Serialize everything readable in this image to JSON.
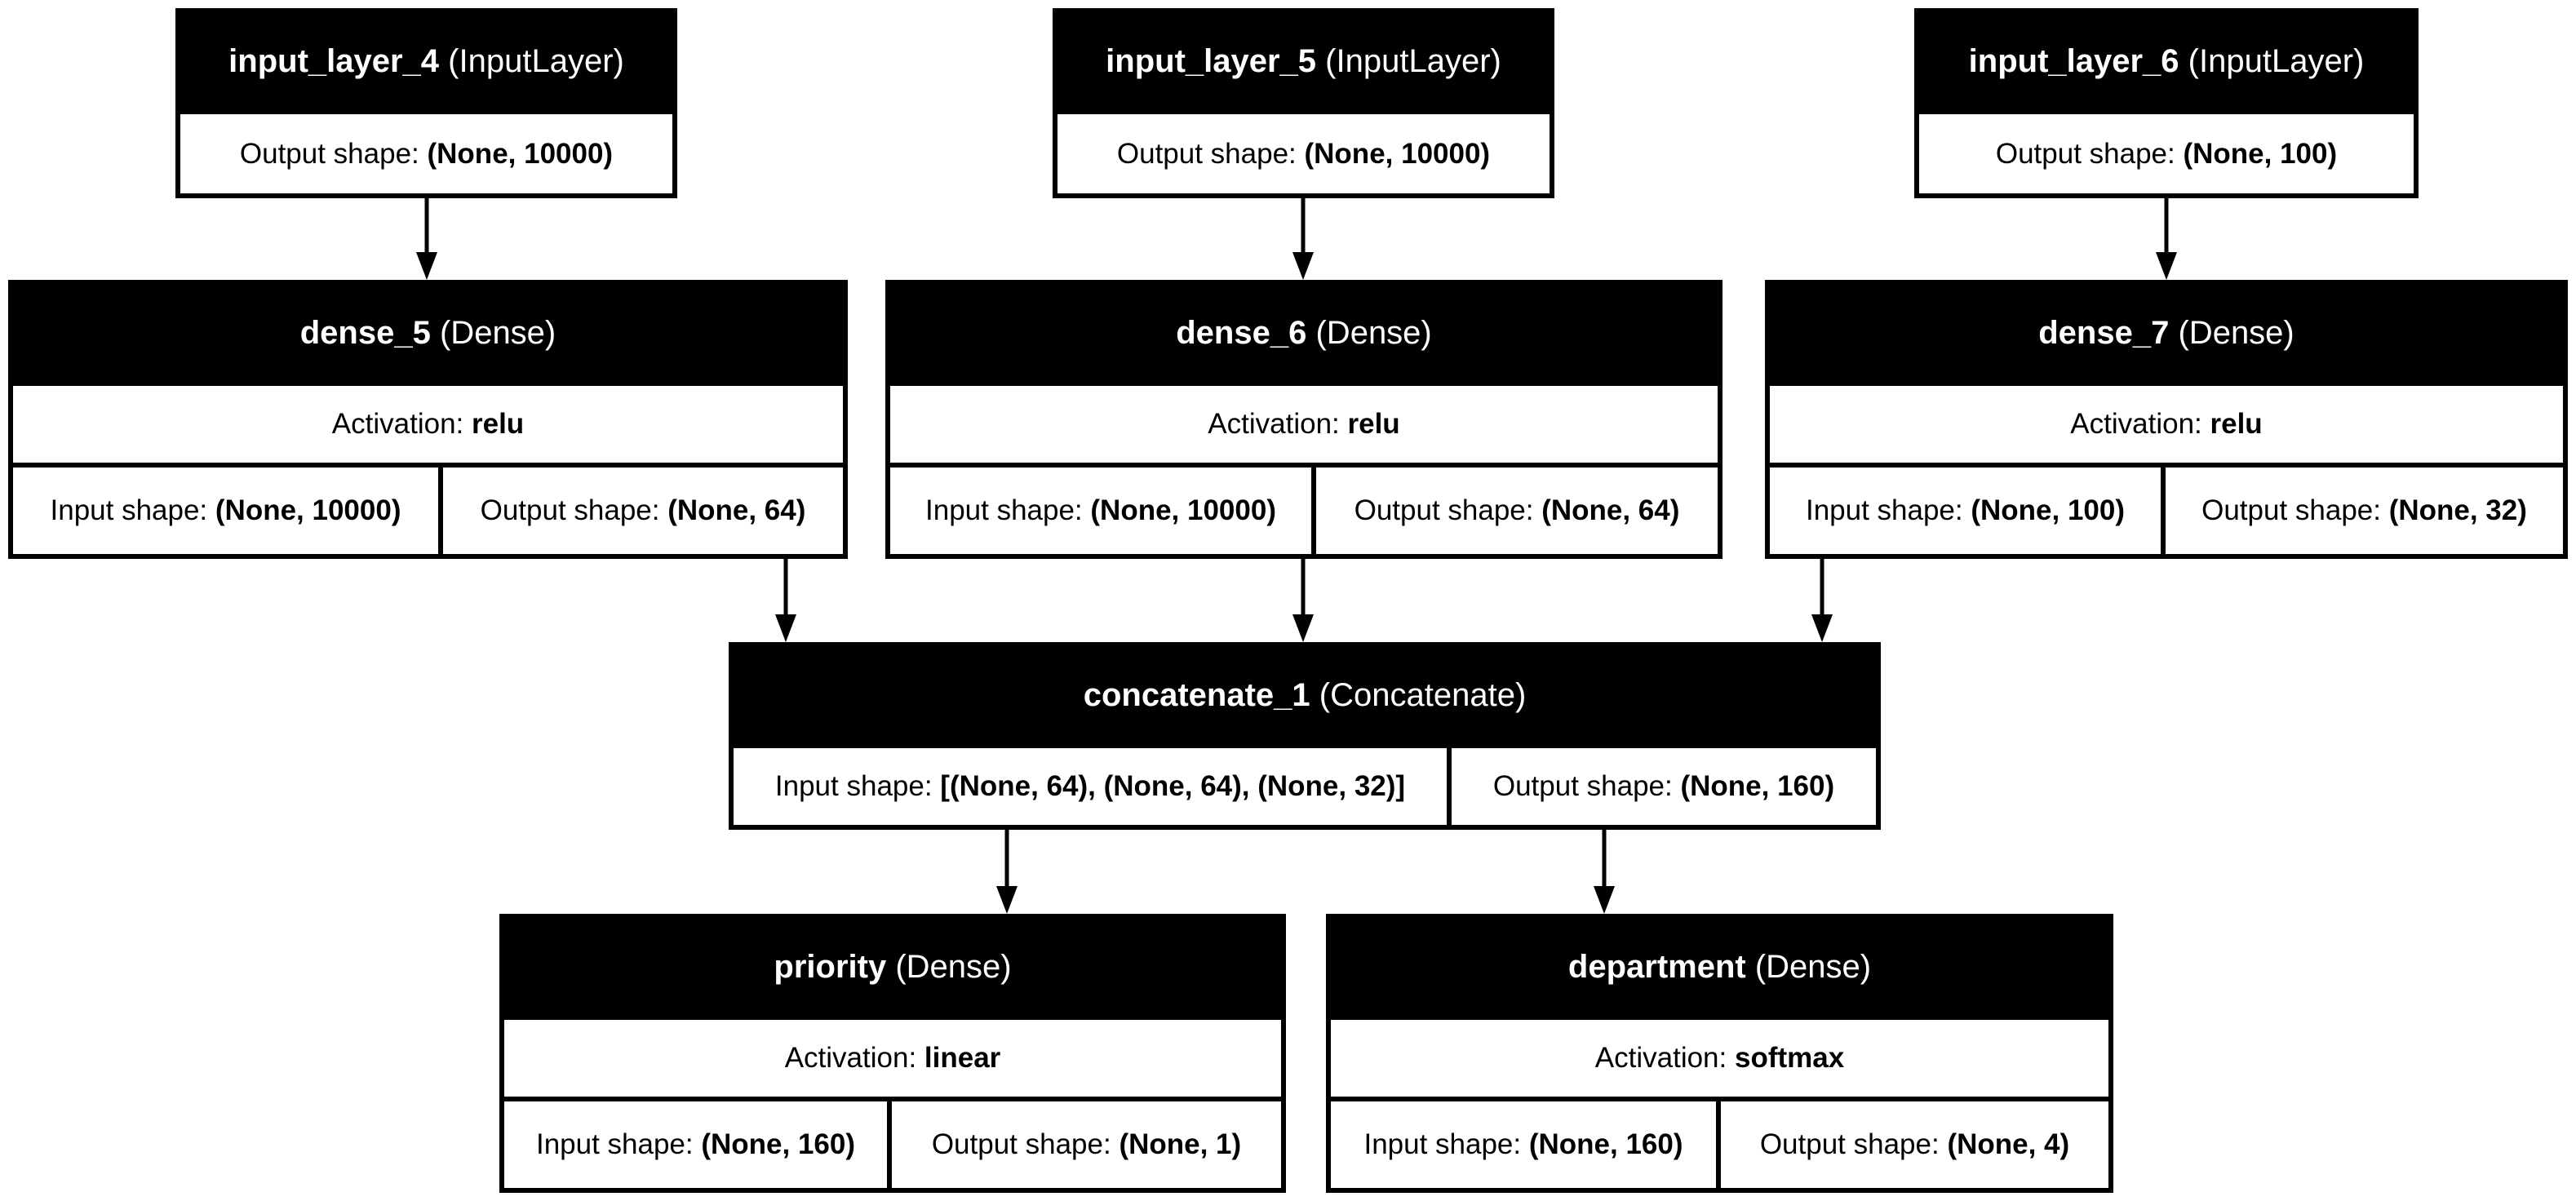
{
  "labels": {
    "output_shape": "Output shape: ",
    "input_shape": "Input shape: ",
    "activation": "Activation: "
  },
  "nodes": [
    {
      "id": "input_layer_4",
      "name": "input_layer_4",
      "type": "(InputLayer)",
      "output_shape": "(None, 10000)"
    },
    {
      "id": "input_layer_5",
      "name": "input_layer_5",
      "type": "(InputLayer)",
      "output_shape": "(None, 10000)"
    },
    {
      "id": "input_layer_6",
      "name": "input_layer_6",
      "type": "(InputLayer)",
      "output_shape": "(None, 100)"
    },
    {
      "id": "dense_5",
      "name": "dense_5",
      "type": "(Dense)",
      "activation": "relu",
      "input_shape": "(None, 10000)",
      "output_shape": "(None, 64)"
    },
    {
      "id": "dense_6",
      "name": "dense_6",
      "type": "(Dense)",
      "activation": "relu",
      "input_shape": "(None, 10000)",
      "output_shape": "(None, 64)"
    },
    {
      "id": "dense_7",
      "name": "dense_7",
      "type": "(Dense)",
      "activation": "relu",
      "input_shape": "(None, 100)",
      "output_shape": "(None, 32)"
    },
    {
      "id": "concatenate_1",
      "name": "concatenate_1",
      "type": "(Concatenate)",
      "input_shape": "[(None, 64), (None, 64), (None, 32)]",
      "output_shape": "(None, 160)"
    },
    {
      "id": "priority",
      "name": "priority",
      "type": "(Dense)",
      "activation": "linear",
      "input_shape": "(None, 160)",
      "output_shape": "(None, 1)"
    },
    {
      "id": "department",
      "name": "department",
      "type": "(Dense)",
      "activation": "softmax",
      "input_shape": "(None, 160)",
      "output_shape": "(None, 4)"
    }
  ],
  "edges": [
    {
      "from": "input_layer_4",
      "to": "dense_5"
    },
    {
      "from": "input_layer_5",
      "to": "dense_6"
    },
    {
      "from": "input_layer_6",
      "to": "dense_7"
    },
    {
      "from": "dense_5",
      "to": "concatenate_1"
    },
    {
      "from": "dense_6",
      "to": "concatenate_1"
    },
    {
      "from": "dense_7",
      "to": "concatenate_1"
    },
    {
      "from": "concatenate_1",
      "to": "priority"
    },
    {
      "from": "concatenate_1",
      "to": "department"
    }
  ]
}
